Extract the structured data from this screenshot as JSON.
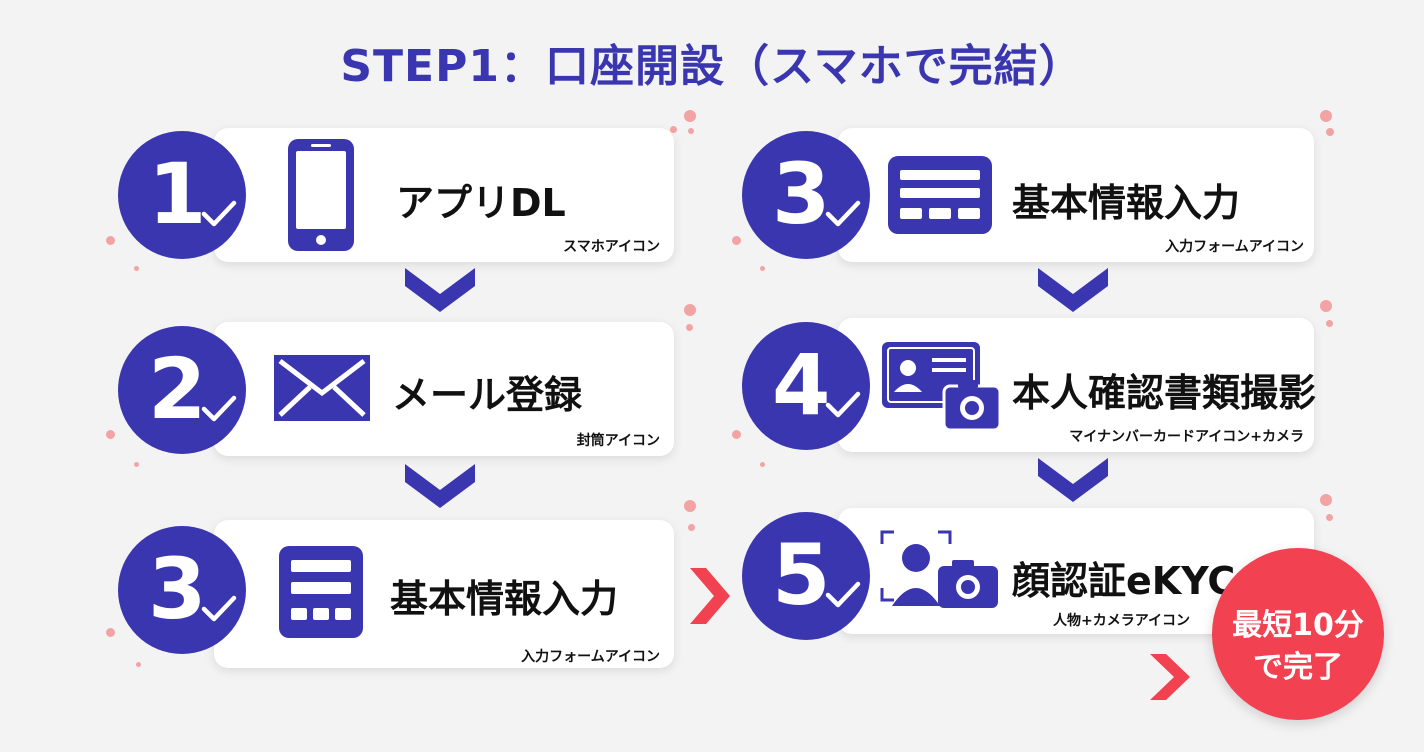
{
  "title": "STEP1：口座開設（スマホで完結）",
  "colors": {
    "primary": "#3a36b0",
    "accent": "#f24150",
    "dot": "#f2a3a3"
  },
  "steps": [
    {
      "num": "1",
      "label": "アプリDL",
      "icon": "smartphone-icon",
      "note": "スマホアイコン"
    },
    {
      "num": "2",
      "label": "メール登録",
      "icon": "envelope-icon",
      "note": "封筒アイコン"
    },
    {
      "num": "3",
      "label": "基本情報入力",
      "icon": "form-icon",
      "note": "入力フォームアイコン"
    },
    {
      "num": "3",
      "label": "基本情報入力",
      "icon": "form-icon",
      "note": "入力フォームアイコン"
    },
    {
      "num": "4",
      "label": "本人確認書類撮影",
      "icon": "id-card-camera-icon",
      "note": "マイナンバーカードアイコン+カメラ"
    },
    {
      "num": "5",
      "label": "顔認証eKYC",
      "icon": "face-camera-icon",
      "note": "人物+カメラアイコン"
    }
  ],
  "badge": {
    "line1": "最短10分",
    "line2": "で完了"
  }
}
